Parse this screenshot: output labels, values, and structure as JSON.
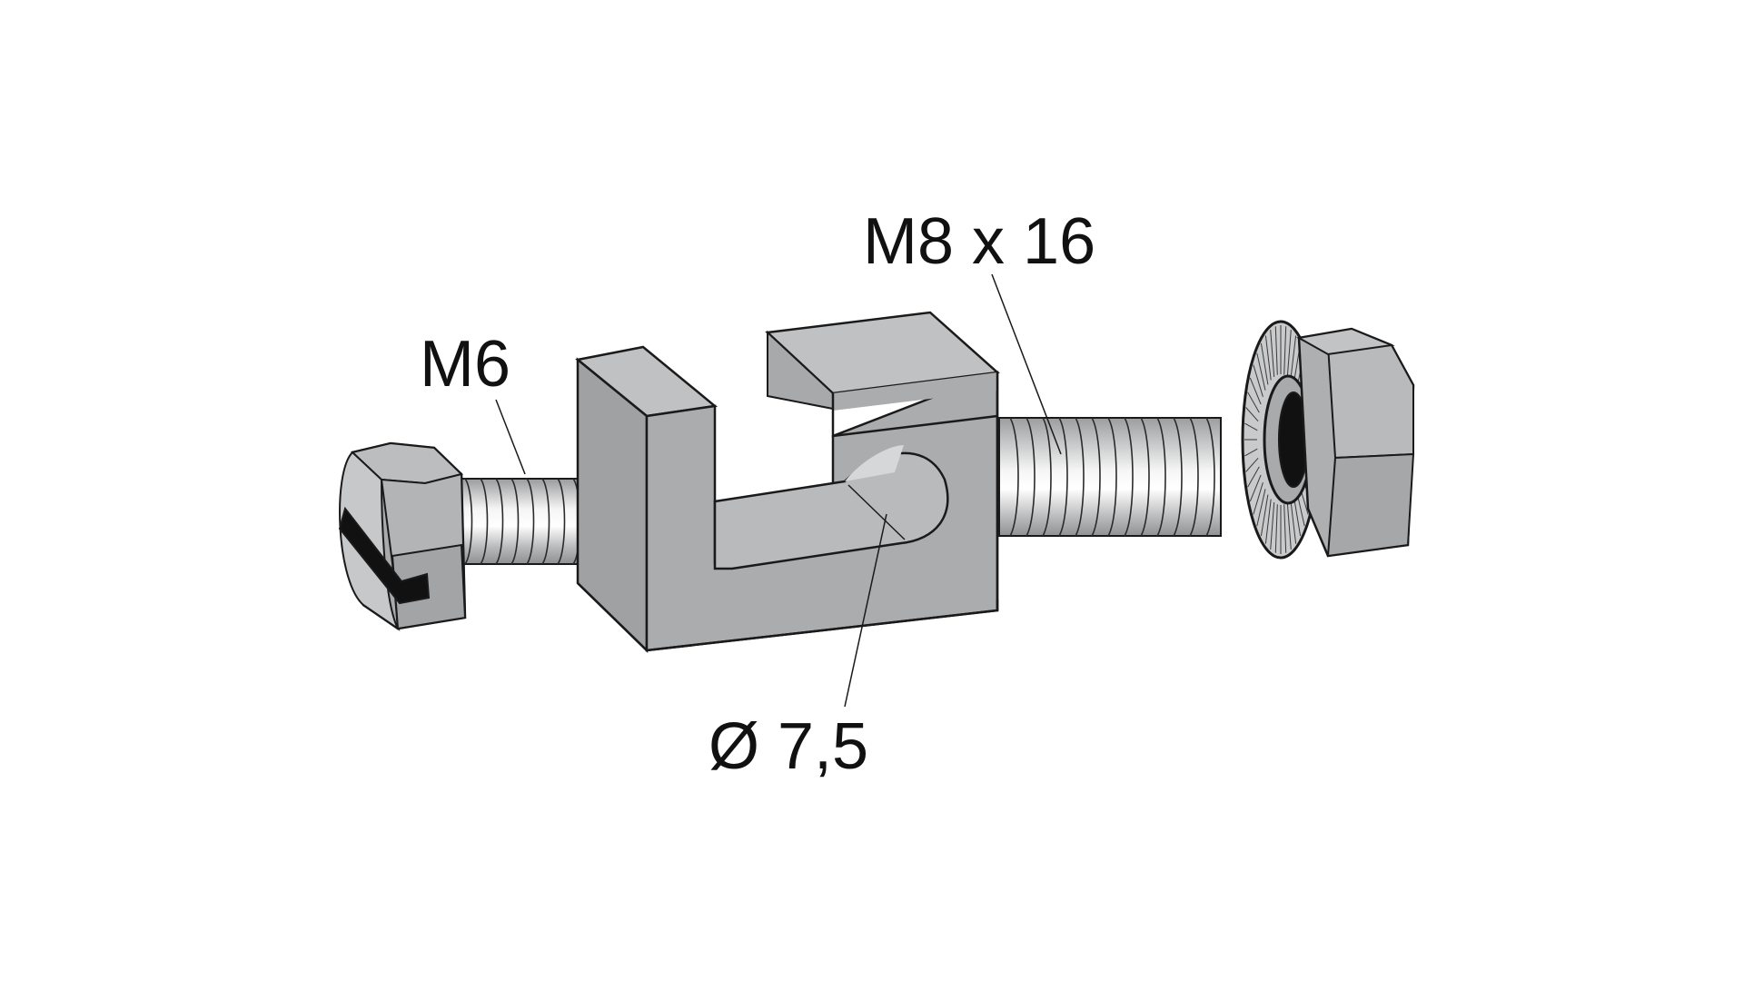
{
  "labels": {
    "left_screw": "M6",
    "right_screw": "M8 x 16",
    "hole": "Ø 7,5"
  },
  "colors": {
    "metal": "#a9aaac",
    "metal_light": "#c4c5c7",
    "thread_light": "#f2f2f2",
    "outline": "#1a1a1a",
    "background": "#ffffff"
  }
}
